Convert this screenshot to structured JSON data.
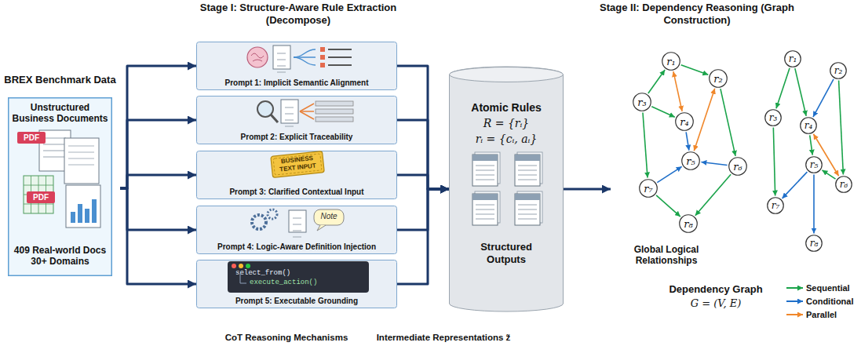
{
  "diagram": {
    "nodes": [
      {
        "text": [
          "BREX Benchmark Data"
        ]
      },
      {
        "text": [
          "Unstructured Business Documents",
          "409 Real-world Docs 30+ Domains"
        ],
        "in": 0
      },
      {
        "text": [
          "Stage I: Structure-Aware Rule Extraction (Decompose)"
        ]
      },
      {
        "text": [
          "Prompt 1: Implicit Semantic Alignment"
        ],
        "in": 2
      },
      {
        "text": [
          "Prompt 2: Explicit Traceability"
        ],
        "in": 2
      },
      {
        "text": [
          "Prompt 3: Clarified Contextual Input"
        ],
        "in": 2
      },
      {
        "text": [
          "Prompt 4: Logic-Aware Definition Injection"
        ],
        "in": 2
      },
      {
        "text": [
          "Prompt 5: Executable Grounding"
        ],
        "in": 2
      },
      {
        "text": [
          "Atomic Rules",
          "R = {rᵢ}",
          "rᵢ = {cᵢ, aᵢ}",
          "Structured Outputs"
        ]
      },
      {
        "text": [
          "Stage II: Dependency Reasoning (Graph Construction)"
        ]
      },
      {
        "text": [
          "Global Logical Relationships"
        ],
        "in": 9
      },
      {
        "text": [
          "r₁"
        ],
        "in": 10
      },
      {
        "text": [
          "r₂"
        ],
        "in": 10
      },
      {
        "text": [
          "r₃"
        ],
        "in": 10
      },
      {
        "text": [
          "r₄"
        ],
        "in": 10
      },
      {
        "text": [
          "r₅"
        ],
        "in": 10
      },
      {
        "text": [
          "r₆"
        ],
        "in": 10
      },
      {
        "text": [
          "r₇"
        ],
        "in": 10
      },
      {
        "text": [
          "r₈"
        ],
        "in": 10
      },
      {
        "text": [
          "r₁"
        ]
      },
      {
        "text": [
          "r₂"
        ]
      },
      {
        "text": [
          "r₃"
        ]
      },
      {
        "text": [
          "r₄"
        ]
      },
      {
        "text": [
          "r₅"
        ]
      },
      {
        "text": [
          "r₆"
        ]
      },
      {
        "text": [
          "r₇"
        ]
      },
      {
        "text": [
          "r₈"
        ]
      }
    ],
    "edges": [
      {
        "from": 0,
        "to": 3,
        "arrow": "to"
      },
      {
        "from": 0,
        "to": 4,
        "arrow": "to"
      },
      {
        "from": 0,
        "to": 5,
        "arrow": "to"
      },
      {
        "from": 0,
        "to": 6,
        "arrow": "to"
      },
      {
        "from": 0,
        "to": 7,
        "arrow": "to"
      },
      {
        "from": 3,
        "to": 8,
        "arrow": "to"
      },
      {
        "from": 4,
        "to": 8,
        "arrow": "to"
      },
      {
        "from": 5,
        "to": 8,
        "arrow": "to"
      },
      {
        "from": 6,
        "to": 8,
        "arrow": "to"
      },
      {
        "from": 7,
        "to": 8,
        "arrow": "to"
      },
      {
        "from": 8,
        "to": 9,
        "arrow": "to"
      },
      {
        "from": 13,
        "to": 11,
        "arrow": "to"
      },
      {
        "from": 11,
        "to": 12,
        "arrow": "to"
      },
      {
        "from": 11,
        "to": 14,
        "arrow": "both"
      },
      {
        "from": 12,
        "to": 15,
        "arrow": "both"
      },
      {
        "from": 13,
        "to": 17,
        "arrow": "to"
      },
      {
        "from": 14,
        "to": 15,
        "arrow": "to"
      },
      {
        "from": 17,
        "to": 15,
        "arrow": "to"
      },
      {
        "from": 12,
        "to": 16,
        "arrow": "to"
      },
      {
        "from": 16,
        "to": 15,
        "arrow": "to"
      },
      {
        "from": 17,
        "to": 18,
        "arrow": "to"
      },
      {
        "from": 16,
        "to": 18,
        "arrow": "to"
      },
      {
        "from": 13,
        "to": 14,
        "arrow": "to"
      },
      {
        "from": 19,
        "to": 21,
        "arrow": "to"
      },
      {
        "from": 19,
        "to": 22,
        "arrow": "to"
      },
      {
        "from": 20,
        "to": 22,
        "arrow": "to"
      },
      {
        "from": 20,
        "to": 24,
        "arrow": "to"
      },
      {
        "from": 21,
        "to": 25,
        "arrow": "to"
      },
      {
        "from": 22,
        "to": 23,
        "arrow": "to"
      },
      {
        "from": 22,
        "to": 24,
        "arrow": "both"
      },
      {
        "from": 24,
        "to": 23,
        "arrow": "to"
      },
      {
        "from": 23,
        "to": 25,
        "arrow": "to"
      },
      {
        "from": 23,
        "to": 26,
        "arrow": "to"
      }
    ],
    "labels": [
      "PDF",
      "PDF",
      "BUSINESS TEXT INPUT",
      "Note",
      "select_from()",
      "execute_action()",
      "CoT Reasoning Mechanisms",
      "Intermediate Representations z̃",
      "Dependency Graph",
      "G = (V, E)"
    ],
    "legend": [
      {
        "text": "Sequential",
        "color": "#1aa34a"
      },
      {
        "text": "Conditional",
        "color": "#1f6fc9"
      },
      {
        "text": "Parallel",
        "color": "#f0872a"
      }
    ]
  }
}
